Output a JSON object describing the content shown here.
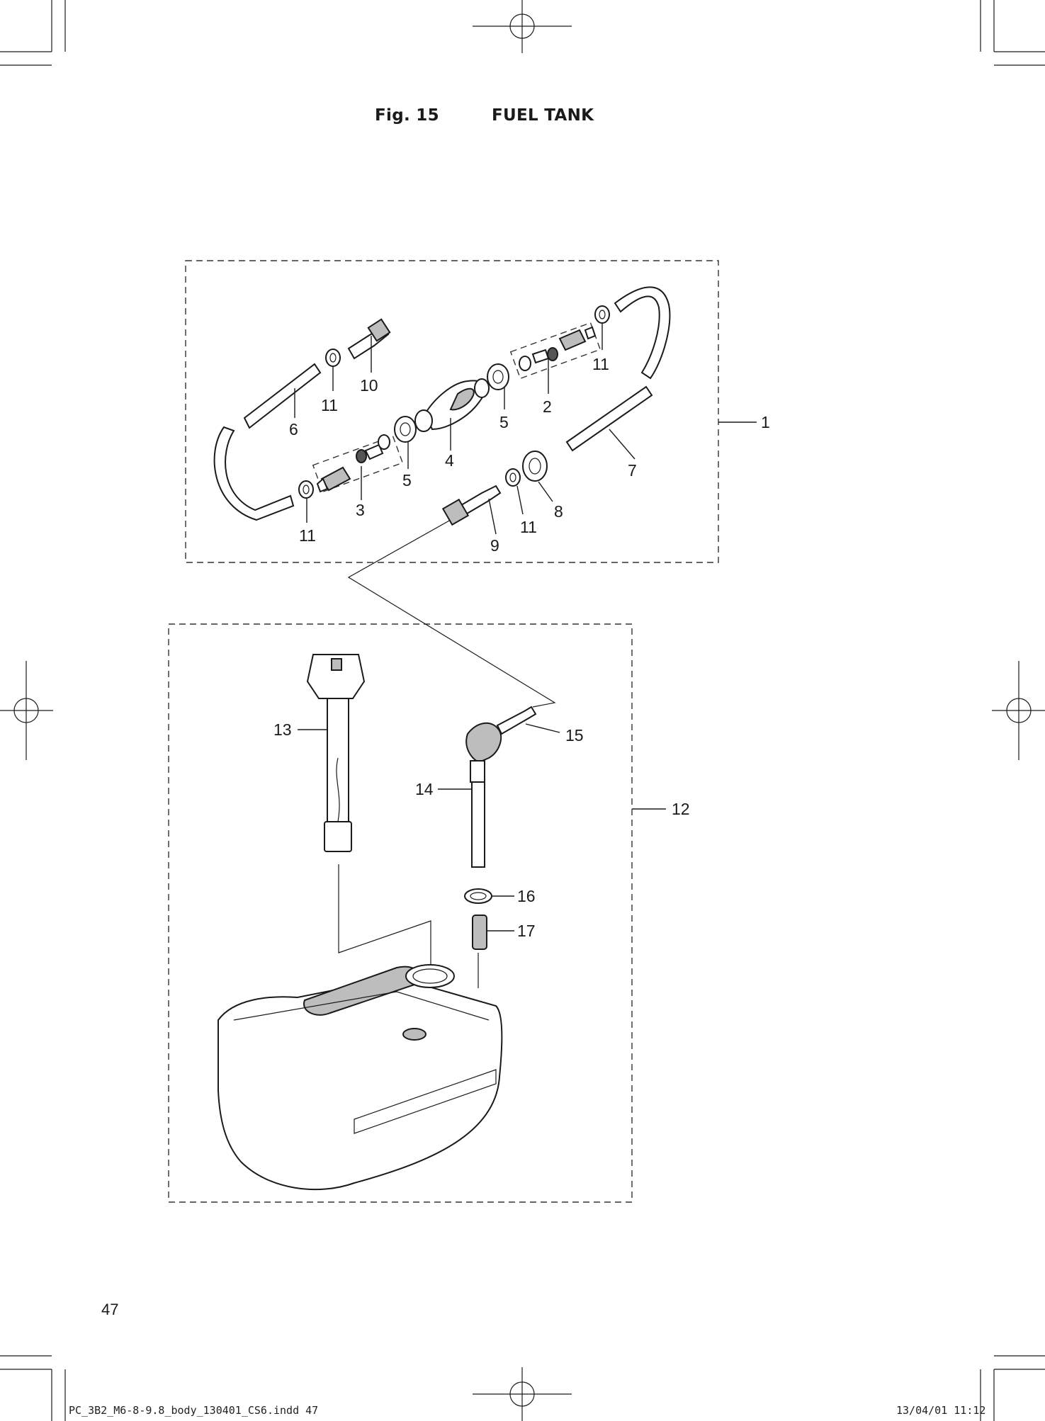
{
  "header": {
    "figure": "Fig. 15",
    "title": "FUEL TANK"
  },
  "page_number": "47",
  "footer": {
    "file": "PC_3B2_M6-8-9.8_body_130401_CS6.indd   47",
    "stamp": "13/04/01   11:12"
  },
  "callouts": {
    "c1": "1",
    "c2": "2",
    "c3": "3",
    "c4": "4",
    "c5a": "5",
    "c5b": "5",
    "c6": "6",
    "c7": "7",
    "c8": "8",
    "c9": "9",
    "c10": "10",
    "c11a": "11",
    "c11b": "11",
    "c11c": "11",
    "c11d": "11",
    "c12": "12",
    "c13": "13",
    "c14": "14",
    "c15": "15",
    "c16": "16",
    "c17": "17"
  }
}
